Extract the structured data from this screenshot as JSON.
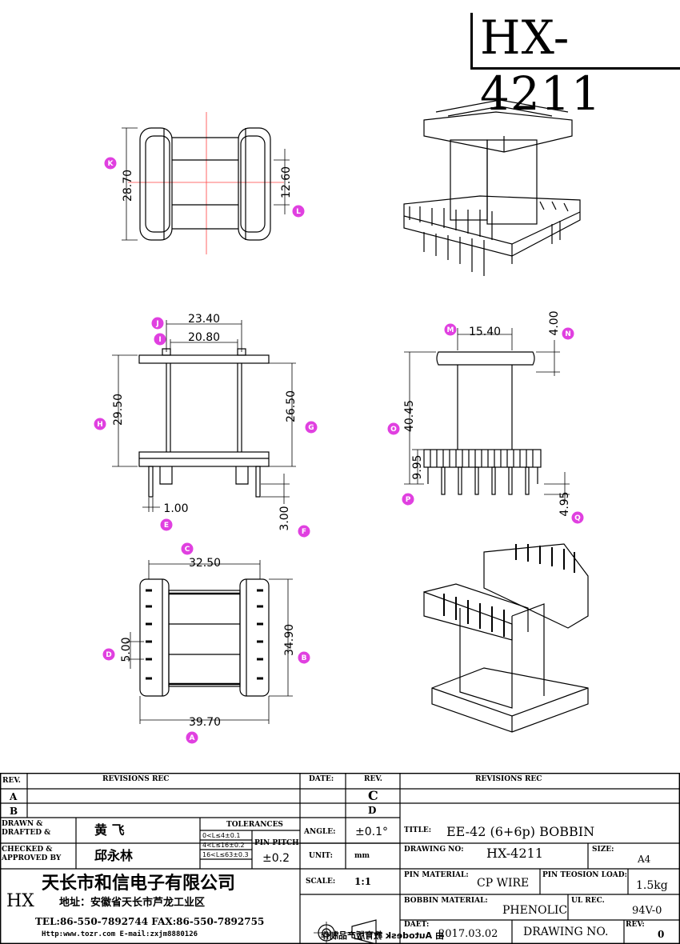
{
  "drawing_title": "HX-4211",
  "dimensions": {
    "K": "28.70",
    "L": "12.60",
    "J": "23.40",
    "I": "20.80",
    "H": "29.50",
    "G": "26.50",
    "E": "1.00",
    "F": "3.00",
    "M": "15.40",
    "N": "4.00",
    "O": "40.45",
    "P": "9.95",
    "Q": "4.95",
    "C": "32.50",
    "D": "5.00",
    "B": "34.90",
    "A": "39.70"
  },
  "markers": [
    "A",
    "B",
    "C",
    "D",
    "E",
    "F",
    "G",
    "H",
    "I",
    "J",
    "K",
    "L",
    "M",
    "N",
    "O",
    "P",
    "Q"
  ],
  "colors": {
    "marker": "#e040e0",
    "centerline": "#ff4040",
    "line": "#000000"
  },
  "title_block": {
    "rev_header": "REV.",
    "revisions_header": "REVISIONS  REC",
    "date_header": "DATE:",
    "rev_col_header": "REV.",
    "revisions_header_right": "REVISIONS  REC",
    "row_a": "A",
    "row_b": "B",
    "rev_c": "C",
    "rev_d": "D",
    "drawn_label_1": "DRAWN &",
    "drawn_label_2": "DRAFTED &",
    "drawn_name": "黄    飞",
    "checked_label_1": "CHECKED  &",
    "checked_label_2": "APPROVED  BY",
    "checked_name": "邱永林",
    "tolerances": "TOLERANCES",
    "tol_1": "0<L≤4±0.1",
    "tol_2": "4<L≤16±0.2",
    "tol_3": "16<L≤63±0.3",
    "pin_pitch": "PIN PITCH",
    "pin_pitch_value": "±0.2",
    "angle_label": "ANGLE:",
    "angle_value": "±0.1°",
    "unit_label": "UNIT:",
    "unit_value": "mm",
    "scale_label": "SCALE:",
    "scale_value": "1:1",
    "title_label": "TITLE:",
    "title_value": "EE-42  (6+6p)   BOBBIN",
    "drawing_no_label": "DRAWING  NO:",
    "drawing_no_value": "HX-4211",
    "size_label": "SIZE:",
    "size_value": "A4",
    "pin_material_label": "PIN  MATERIAL:",
    "pin_material_value": "CP WIRE",
    "pin_tension_label": "PIN TEOSION LOAD:",
    "pin_tension_value": "1.5kg",
    "bobbin_material_label": "BOBBIN  MATERIAL:",
    "bobbin_material_value": "PHENOLIC",
    "ul_label": "UL  REC.",
    "ul_value": "94V-0",
    "date_label": "DAET:",
    "date_value": "2017.03.02",
    "drawing_label": "DRAWING    NO.",
    "rev_label": "REV:",
    "rev_value": "0",
    "company_logo": "HX",
    "company_name": "天长市和信电子有限公司",
    "company_address": "地址：安徽省天长市芦龙工业区",
    "company_tel": "TEL:86-550-7892744  FAX:86-550-7892755",
    "company_web": "Http:www.tozr.com    E-mail:zxjm8880126",
    "watermark_text": "由 Autodesk 教育版产品制作"
  }
}
